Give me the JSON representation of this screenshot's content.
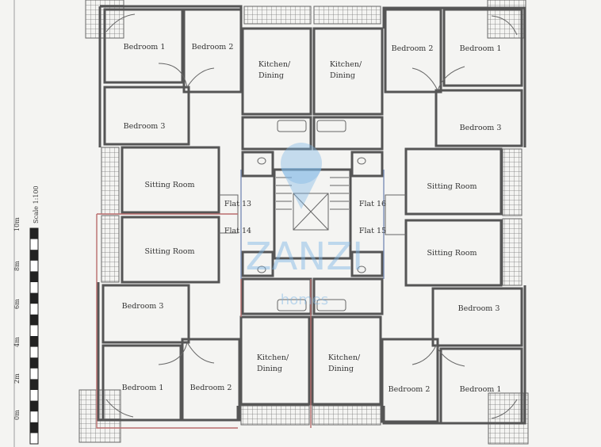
{
  "rooms": {
    "tl_bed1": "Bedroom  1",
    "tl_bed2": "Bedroom  2",
    "tl_bed3": "Bedroom  3",
    "tl_kitchen1": "Kitchen/",
    "tl_kitchen2": "Dining",
    "tl_sitting": "Sitting Room",
    "tr_bed1": "Bedroom  1",
    "tr_bed2": "Bedroom  2",
    "tr_bed3": "Bedroom  3",
    "tr_kitchen1": "Kitchen/",
    "tr_kitchen2": "Dining",
    "tr_sitting": "Sitting Room",
    "bl_bed1": "Bedroom  1",
    "bl_bed2": "Bedroom  2",
    "bl_bed3": "Bedroom  3",
    "bl_kitchen1": "Kitchen/",
    "bl_kitchen2": "Dining",
    "bl_sitting": "Sitting Room",
    "br_bed1": "Bedroom  1",
    "br_bed2": "Bedroom  2",
    "br_bed3": "Bedroom  3",
    "br_kitchen1": "Kitchen/",
    "br_kitchen2": "Dining",
    "br_sitting": "Sitting Room"
  },
  "flats": {
    "f13": "Flat  13",
    "f14": "Flat  14",
    "f15": "Flat  15",
    "f16": "Flat  16"
  },
  "scale": {
    "title": "Scale 1:100",
    "ticks": [
      "0m",
      "2m",
      "4m",
      "6m",
      "8m",
      "10m"
    ]
  },
  "watermark": {
    "brand": "ZANZI",
    "sub": "homes"
  },
  "colors": {
    "wall": "#555555",
    "red_line": "#b96d6d",
    "blue_line": "#7c8fb8",
    "watermark": "#7cb6e6"
  }
}
